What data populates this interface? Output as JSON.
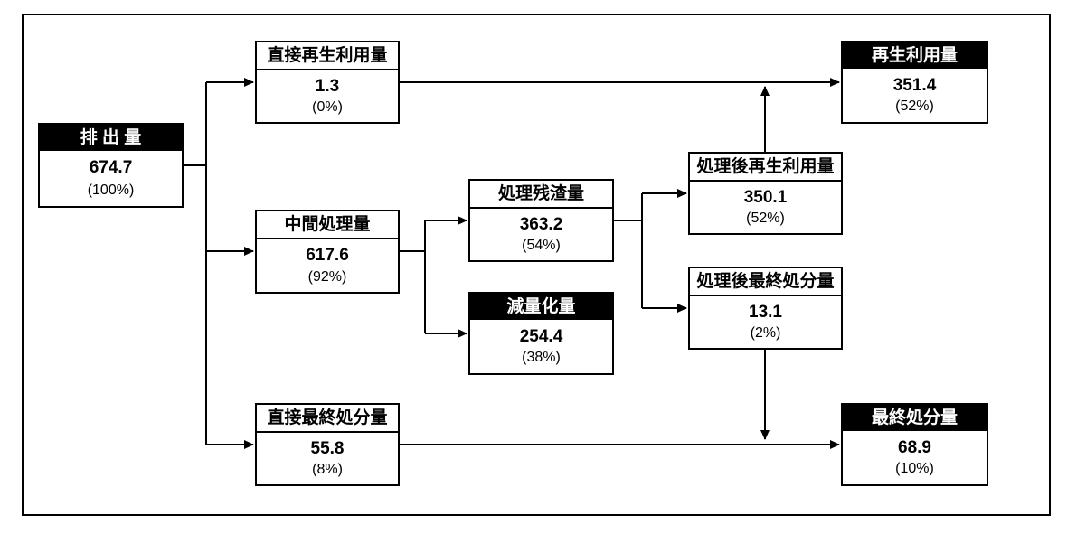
{
  "diagram": {
    "background": "#ffffff",
    "line_color": "#000000",
    "node_border_color": "#000000",
    "inverted_header_bg": "#000000",
    "inverted_header_text": "#ffffff"
  },
  "nodes": [
    {
      "key": "emission",
      "label": "排 出 量",
      "value": "674.7",
      "percent": "(100%)",
      "header": "inverted"
    },
    {
      "key": "direct_recycling",
      "label": "直接再生利用量",
      "value": "1.3",
      "percent": "(0%)",
      "header": "plain"
    },
    {
      "key": "intermediate_treatment",
      "label": "中間処理量",
      "value": "617.6",
      "percent": "(92%)",
      "header": "plain"
    },
    {
      "key": "direct_final_disposal",
      "label": "直接最終処分量",
      "value": "55.8",
      "percent": "(8%)",
      "header": "plain"
    },
    {
      "key": "treatment_residue",
      "label": "処理残渣量",
      "value": "363.2",
      "percent": "(54%)",
      "header": "plain"
    },
    {
      "key": "volume_reduction",
      "label": "減量化量",
      "value": "254.4",
      "percent": "(38%)",
      "header": "inverted"
    },
    {
      "key": "post_treatment_recycling",
      "label": "処理後再生利用量",
      "value": "350.1",
      "percent": "(52%)",
      "header": "plain"
    },
    {
      "key": "post_treatment_final_disposal",
      "label": "処理後最終処分量",
      "value": "13.1",
      "percent": "(2%)",
      "header": "plain"
    },
    {
      "key": "recycling_total",
      "label": "再生利用量",
      "value": "351.4",
      "percent": "(52%)",
      "header": "inverted"
    },
    {
      "key": "final_disposal_total",
      "label": "最終処分量",
      "value": "68.9",
      "percent": "(10%)",
      "header": "inverted"
    }
  ],
  "flows": [
    {
      "from": "排出量",
      "to": "直接再生利用量"
    },
    {
      "from": "排出量",
      "to": "中間処理量"
    },
    {
      "from": "排出量",
      "to": "直接最終処分量"
    },
    {
      "from": "中間処理量",
      "to": "処理残渣量"
    },
    {
      "from": "中間処理量",
      "to": "減量化量"
    },
    {
      "from": "処理残渣量",
      "to": "処理後再生利用量"
    },
    {
      "from": "処理残渣量",
      "to": "処理後最終処分量"
    },
    {
      "from": "直接再生利用量",
      "to": "再生利用量"
    },
    {
      "from": "処理後再生利用量",
      "to": "再生利用量"
    },
    {
      "from": "直接最終処分量",
      "to": "最終処分量"
    },
    {
      "from": "処理後最終処分量",
      "to": "最終処分量"
    }
  ]
}
